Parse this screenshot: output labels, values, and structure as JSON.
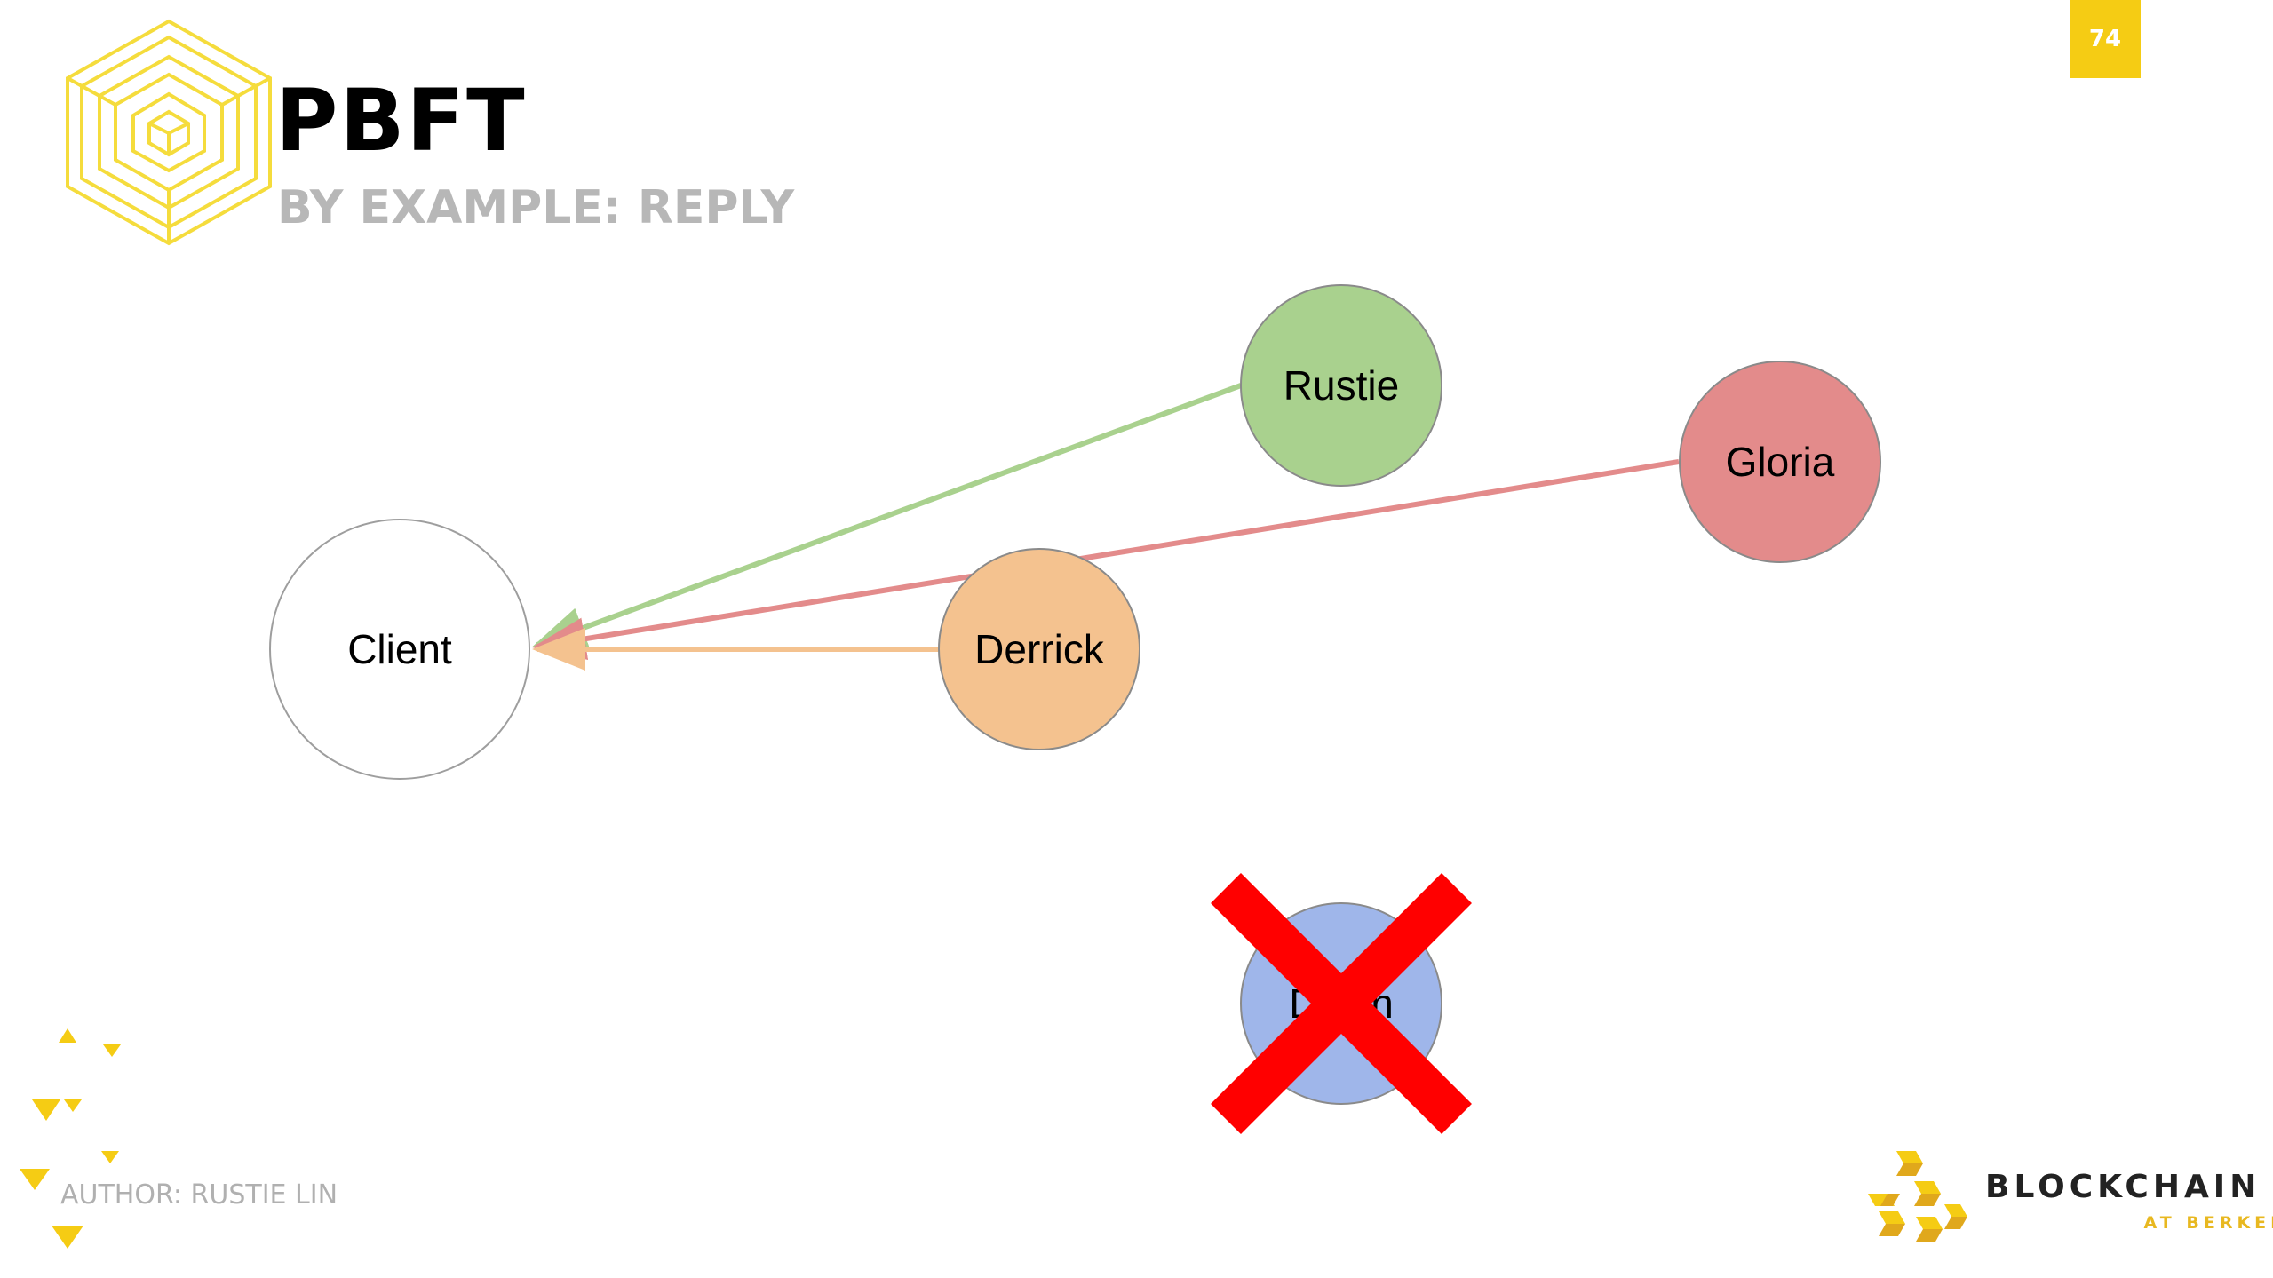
{
  "header": {
    "title": "PBFT",
    "subtitle": "BY EXAMPLE: REPLY",
    "slide_number": "74"
  },
  "nodes": {
    "client": {
      "label": "Client",
      "fill": "#ffffff"
    },
    "rustie": {
      "label": "Rustie",
      "fill": "#a9d18e"
    },
    "gloria": {
      "label": "Gloria",
      "fill": "#e38b8b"
    },
    "derrick": {
      "label": "Derrick",
      "fill": "#f4c28f"
    },
    "failed": {
      "label": "Dylan",
      "fill": "#9fb6ea",
      "crossed_out": true
    }
  },
  "edges": [
    {
      "from": "Rustie",
      "to": "Client",
      "color": "#a9d18e"
    },
    {
      "from": "Gloria",
      "to": "Client",
      "color": "#e38b8b"
    },
    {
      "from": "Derrick",
      "to": "Client",
      "color": "#f4c28f"
    }
  ],
  "colors": {
    "accent_yellow": "#f5cc14",
    "cross_red": "#ff0000"
  },
  "footer": {
    "author": "AUTHOR: RUSTIE LIN",
    "brand_name": "BLOCKCHAIN",
    "brand_sub": "AT BERKELEY"
  }
}
